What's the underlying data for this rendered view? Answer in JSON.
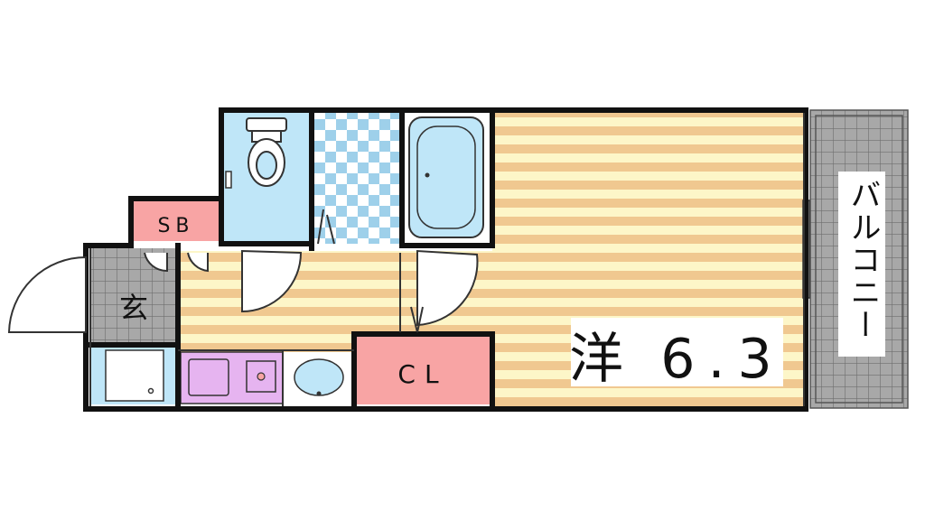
{
  "rooms": {
    "western_room": {
      "label": "洋",
      "size": "6.3"
    },
    "closet": {
      "label": "CL"
    },
    "shoe_box": {
      "label": "SB"
    },
    "entrance": {
      "label": "玄"
    },
    "balcony": {
      "label": "バルコニー"
    }
  },
  "colors": {
    "wall": "#111111",
    "floor_stripe_a": "#f0c890",
    "floor_stripe_b": "#fdf6c8",
    "wet_area": "#bfe6f8",
    "closet_fill": "#f8a4a4",
    "kitchen_fill": "#e6b4f0",
    "tile_gray": "#b4b4b4"
  }
}
